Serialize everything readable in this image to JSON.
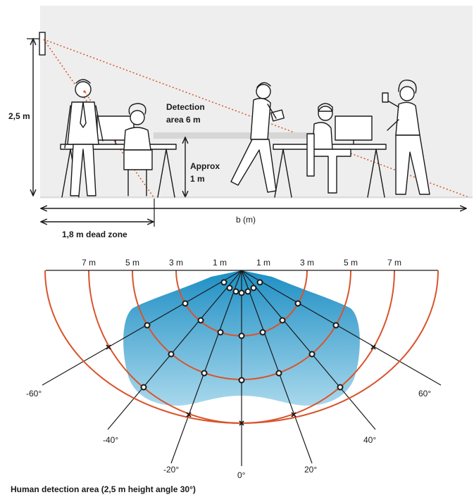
{
  "side_view": {
    "height_label": "2,5 m",
    "detection_label_line1": "Detection",
    "detection_label_line2": "area 6 m",
    "approx_label_line1": "Approx",
    "approx_label_line2": "1 m",
    "b_label": "b (m)",
    "dead_zone_label": "1,8 m dead zone",
    "colors": {
      "background": "#eeeeee",
      "accent": "#d9542c",
      "ink": "#1a1a1a"
    }
  },
  "top_view": {
    "distance_labels_left": [
      "7 m",
      "5 m",
      "3 m",
      "1 m"
    ],
    "distance_labels_right": [
      "1 m",
      "3 m",
      "5 m",
      "7 m"
    ],
    "angle_labels": [
      "-60°",
      "-40°",
      "-20°",
      "0°",
      "20°",
      "40°",
      "60°"
    ],
    "colors": {
      "arc": "#d9542c",
      "area_top": "#1e8fc4",
      "area_bottom": "#a8d8ec"
    }
  },
  "caption": "Human detection area (2,5 m height angle 30°)"
}
